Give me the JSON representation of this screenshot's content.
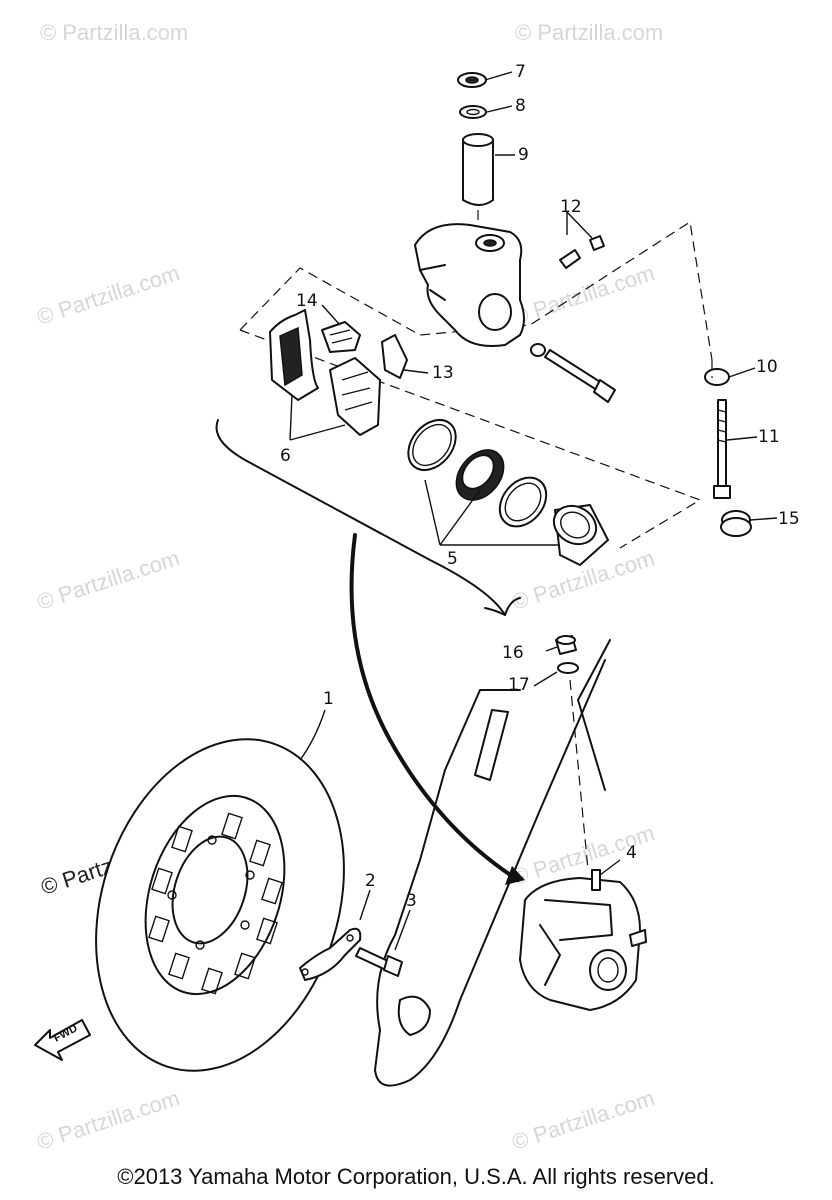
{
  "watermarks": [
    "© Partzilla.com"
  ],
  "callouts": {
    "c1": "1",
    "c2": "2",
    "c3": "3",
    "c4": "4",
    "c5": "5",
    "c6": "6",
    "c7": "7",
    "c8": "8",
    "c9": "9",
    "c10": "10",
    "c11": "11",
    "c12": "12",
    "c13": "13",
    "c14": "14",
    "c15": "15",
    "c16": "16",
    "c17": "17"
  },
  "fwd_label": "FWD",
  "copyright": "©2013 Yamaha Motor Corporation, U.S.A. All rights reserved."
}
